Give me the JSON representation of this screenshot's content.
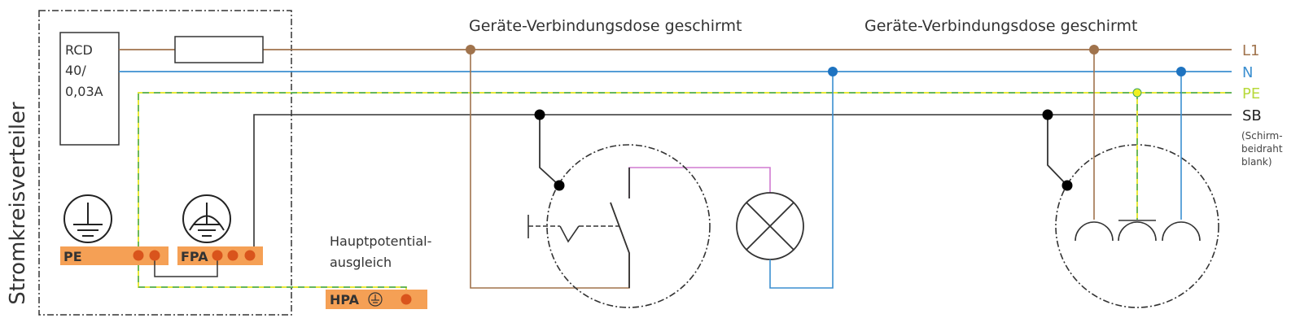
{
  "colors": {
    "L1": "#a0734c",
    "N": "#3b8fd0",
    "PE_yellow": "#e8e83a",
    "PE_green": "#3aa565",
    "SB": "#333333",
    "bar": "#f5a055",
    "terminal": "#d9541c",
    "switch_wire": "#d07ad0",
    "pe_label": "#b7d93a"
  },
  "distributor": {
    "label": "Stromkreisverteiler",
    "rcd_lines": [
      "RCD",
      "40/",
      "0,03A"
    ],
    "pe_bar": "PE",
    "fpa_bar": "FPA"
  },
  "hpa": {
    "title_lines": [
      "Hauptpotential-",
      "ausgleich"
    ],
    "bar": "HPA"
  },
  "boxes": [
    {
      "title": "Geräte-Verbindungsdose geschirmt"
    },
    {
      "title": "Geräte-Verbindungsdose geschirmt"
    }
  ],
  "conductors": {
    "L1": "L1",
    "N": "N",
    "PE": "PE",
    "SB": "SB",
    "sb_note": [
      "(Schirm-",
      "beidraht",
      "blank)"
    ]
  }
}
